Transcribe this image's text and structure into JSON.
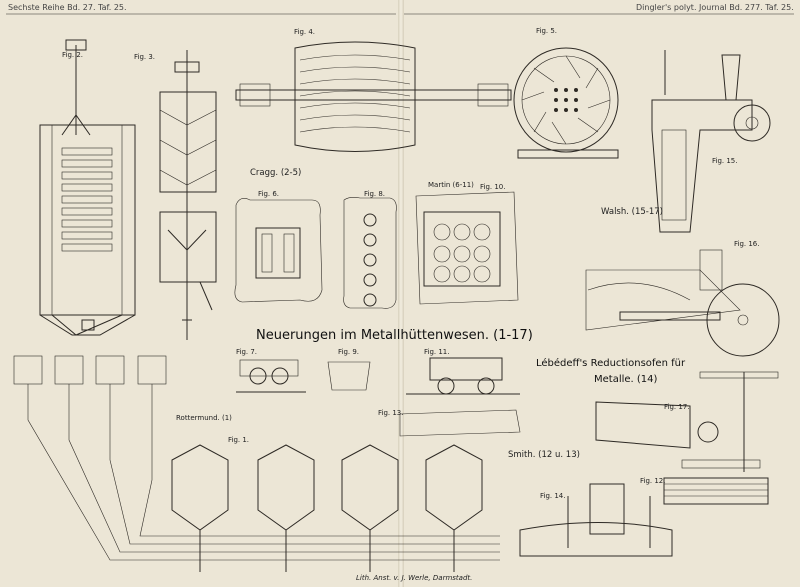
{
  "header": {
    "left": "Sechste Reihe Bd. 27. Taf. 25.",
    "right": "Dingler's polyt. Journal Bd. 277. Taf. 25."
  },
  "main_title": "Neuerungen im Metallhüttenwesen. (1-17)",
  "groups": {
    "cragg": "Cragg. (2-5)",
    "martin": "Martin (6-11)",
    "walsh": "Walsh. (15-17)",
    "lebedeff_1": "Lébédeff's Reductionsofen für",
    "lebedeff_2": "Metalle. (14)",
    "rottermund": "Rottermund. (1)",
    "smith": "Smith. (12 u. 13)"
  },
  "figures": {
    "fig1": "Fig. 1.",
    "fig2": "Fig. 2.",
    "fig3": "Fig. 3.",
    "fig4": "Fig. 4.",
    "fig5": "Fig. 5.",
    "fig6": "Fig. 6.",
    "fig7": "Fig. 7.",
    "fig8": "Fig. 8.",
    "fig9": "Fig. 9.",
    "fig10": "Fig. 10.",
    "fig11": "Fig. 11.",
    "fig12": "Fig. 12.",
    "fig13": "Fig. 13.",
    "fig14": "Fig. 14.",
    "fig15": "Fig. 15.",
    "fig16": "Fig. 16.",
    "fig17": "Fig. 17."
  },
  "footer": "Lith. Anst. v. J. Werle, Darmstadt."
}
